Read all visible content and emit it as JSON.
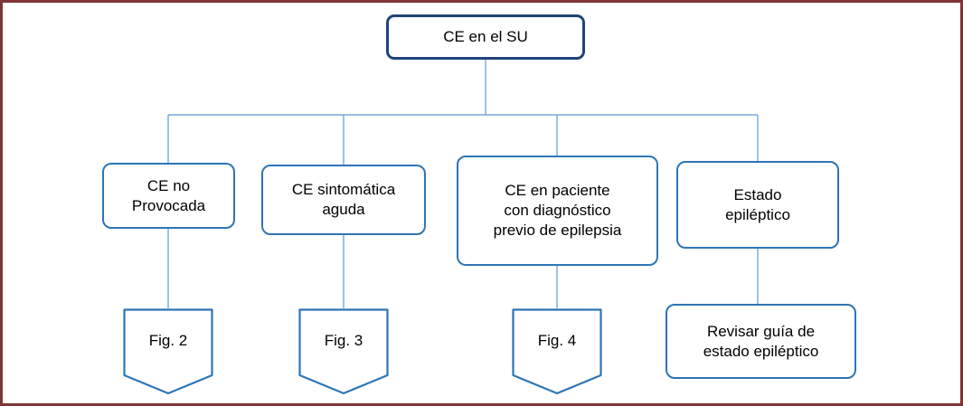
{
  "diagram": {
    "root": {
      "label": "CE en el SU"
    },
    "branches": [
      {
        "label": "CE no\nProvocada"
      },
      {
        "label": "CE sintomática\naguda"
      },
      {
        "label": "CE en paciente\ncon diagnóstico\nprevio de epilepsia"
      },
      {
        "label": "Estado\nepiléptico"
      }
    ],
    "outputs": [
      {
        "label": "Fig. 2",
        "shape": "off-page-connector"
      },
      {
        "label": "Fig. 3",
        "shape": "off-page-connector"
      },
      {
        "label": "Fig. 4",
        "shape": "off-page-connector"
      },
      {
        "label": "Revisar guía de\nestado epiléptico",
        "shape": "rounded-rectangle"
      }
    ],
    "colors": {
      "frame_border": "#7E3434",
      "root_border": "#1F4479",
      "node_border": "#2E75B6",
      "connector_line": "#5B9BD5",
      "text": "#000000",
      "background": "#FFFFFF"
    }
  }
}
